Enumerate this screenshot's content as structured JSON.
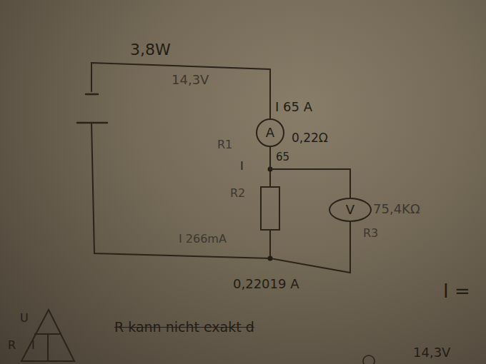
{
  "diagram": {
    "nodes": [
      {
        "text": [
          "A"
        ]
      },
      {
        "text": [
          "V"
        ]
      },
      {
        "text": [
          "U",
          "R",
          "I"
        ]
      }
    ],
    "edges": [
      {
        "from": 0,
        "to": 1,
        "arrow": "none"
      }
    ],
    "labels": [
      "3,8W",
      "14,3V",
      "I 65 A",
      "0,22Ω",
      "R1",
      "I",
      "65",
      "R2",
      "I 266mA",
      "75,4KΩ",
      "R3",
      "0,22019 A",
      "I =",
      "R kann nicht exakt d",
      "14,3V"
    ]
  }
}
